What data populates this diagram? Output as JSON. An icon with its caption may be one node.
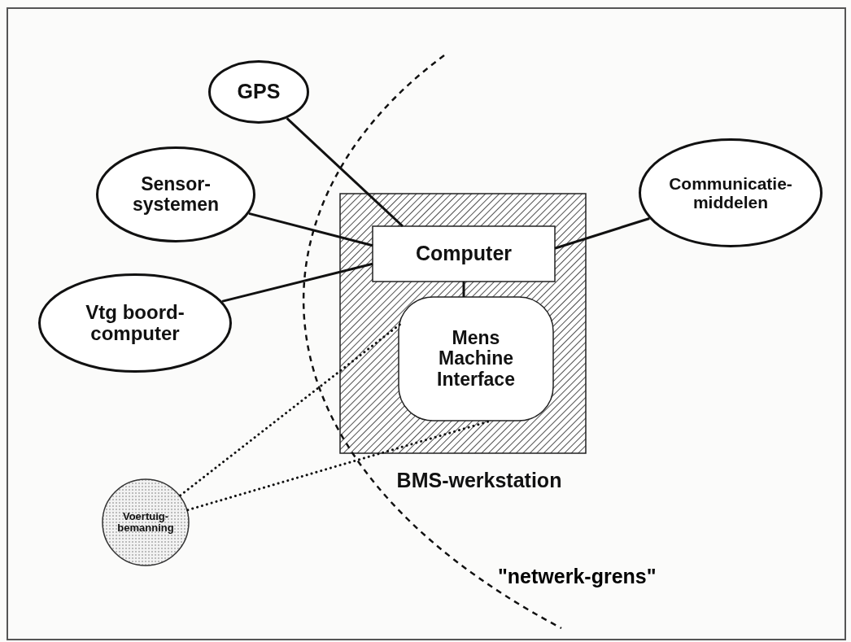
{
  "diagram": {
    "nodes": [
      {
        "text": [
          "BMS-werkstation"
        ]
      },
      {
        "text": [
          "Computer"
        ],
        "in": 0
      },
      {
        "text": [
          "Mens Machine Interface"
        ],
        "in": 0
      },
      {
        "text": [
          "GPS"
        ]
      },
      {
        "text": [
          "Sensor- systemen"
        ]
      },
      {
        "text": [
          "Vtg boord- computer"
        ]
      },
      {
        "text": [
          "Communicatie- middelen"
        ]
      },
      {
        "text": [
          "Voertuig- bemanning"
        ]
      }
    ],
    "edges": [
      {
        "from": 3,
        "to": 1,
        "arrow": "none"
      },
      {
        "from": 4,
        "to": 1,
        "arrow": "none"
      },
      {
        "from": 5,
        "to": 1,
        "arrow": "none"
      },
      {
        "from": 6,
        "to": 1,
        "arrow": "none"
      },
      {
        "from": 1,
        "to": 2,
        "arrow": "none"
      },
      {
        "from": 7,
        "to": 2,
        "arrow": "none",
        "style": "dashed"
      },
      {
        "from": 7,
        "to": 2,
        "arrow": "none",
        "style": "dashed"
      }
    ],
    "labels": [
      "\"netwerk-grens\""
    ]
  }
}
